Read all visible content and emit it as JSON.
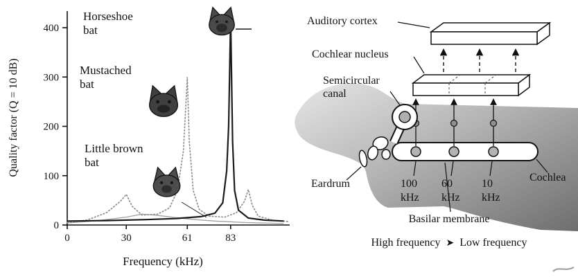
{
  "chart_data": {
    "type": "line",
    "title": "",
    "xlabel": "Frequency (kHz)",
    "ylabel": "Quality factor (Q = 10 dB)",
    "xlim": [
      0,
      113
    ],
    "ylim": [
      0,
      400
    ],
    "x_ticks": [
      0,
      30,
      61,
      83
    ],
    "y_ticks": [
      0,
      100,
      200,
      300,
      400
    ],
    "grid": false,
    "legend": "inline-labels-with-bat-icons",
    "series": [
      {
        "name": "Horseshoe bat",
        "peak": {
          "x": 83,
          "y": 420
        },
        "line_style": "solid-dark",
        "points": [
          [
            0,
            8
          ],
          [
            20,
            9
          ],
          [
            40,
            11
          ],
          [
            55,
            13
          ],
          [
            68,
            17
          ],
          [
            75,
            24
          ],
          [
            79,
            45
          ],
          [
            81,
            110
          ],
          [
            82,
            200
          ],
          [
            83,
            420
          ],
          [
            84,
            170
          ],
          [
            85,
            70
          ],
          [
            87,
            30
          ],
          [
            92,
            14
          ],
          [
            100,
            10
          ],
          [
            110,
            8
          ]
        ]
      },
      {
        "name": "Mustached bat",
        "peak": {
          "x": 61,
          "y": 300
        },
        "line_style": "dotted-gray",
        "points": [
          [
            0,
            5
          ],
          [
            10,
            10
          ],
          [
            20,
            25
          ],
          [
            27,
            48
          ],
          [
            30,
            62
          ],
          [
            33,
            38
          ],
          [
            38,
            20
          ],
          [
            46,
            22
          ],
          [
            52,
            35
          ],
          [
            56,
            70
          ],
          [
            59,
            150
          ],
          [
            61,
            300
          ],
          [
            62,
            170
          ],
          [
            64,
            70
          ],
          [
            67,
            32
          ],
          [
            72,
            18
          ],
          [
            80,
            16
          ],
          [
            86,
            25
          ],
          [
            90,
            48
          ],
          [
            92,
            72
          ],
          [
            94,
            40
          ],
          [
            97,
            18
          ],
          [
            104,
            10
          ],
          [
            112,
            7
          ]
        ]
      },
      {
        "name": "Little brown bat",
        "peak": {
          "x": 38,
          "y": 22
        },
        "line_style": "solid-light",
        "points": [
          [
            0,
            4
          ],
          [
            10,
            7
          ],
          [
            20,
            11
          ],
          [
            30,
            16
          ],
          [
            38,
            22
          ],
          [
            45,
            20
          ],
          [
            55,
            15
          ],
          [
            65,
            11
          ],
          [
            75,
            8
          ],
          [
            90,
            5
          ],
          [
            110,
            3
          ]
        ]
      }
    ]
  },
  "left_chart": {
    "ylabel": "Quality factor (Q = 10 dB)",
    "xlabel": "Frequency (kHz)",
    "series_labels": {
      "horseshoe": "Horseshoe bat",
      "mustached": "Mustached bat",
      "little_brown": "Little brown bat"
    }
  },
  "right_diagram": {
    "labels": {
      "auditory_cortex": "Auditory cortex",
      "cochlear_nucleus": "Cochlear nucleus",
      "semicircular_canal": "Semicircular canal",
      "eardrum": "Eardrum",
      "cochlea": "Cochlea",
      "basilar_membrane": "Basilar membrane",
      "freq_100": "100 kHz",
      "freq_60": "60 kHz",
      "freq_10": "10 kHz"
    },
    "flow_caption": {
      "left": "High frequency",
      "arrow": "➤",
      "right": "Low frequency"
    }
  },
  "colors": {
    "ink": "#1a1a1a",
    "gray_curve": "#8f8f8f",
    "tissue_light": "#e3e3e3",
    "tissue_dark": "#6e6e6e"
  }
}
